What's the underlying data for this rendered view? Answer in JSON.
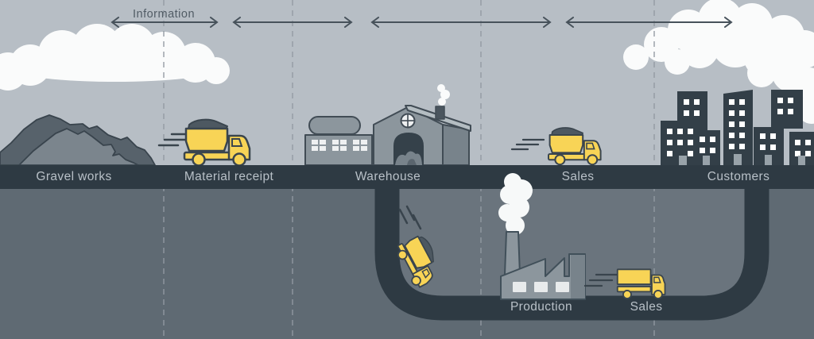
{
  "scene": {
    "information_label": "Information",
    "stations": [
      {
        "id": "gravel-works",
        "label": "Gravel works"
      },
      {
        "id": "material-receipt",
        "label": "Material receipt"
      },
      {
        "id": "warehouse",
        "label": "Warehouse"
      },
      {
        "id": "sales",
        "label": "Sales"
      },
      {
        "id": "customers",
        "label": "Customers"
      }
    ],
    "underground": [
      {
        "id": "production",
        "label": "Production"
      },
      {
        "id": "sales-underground",
        "label": "Sales"
      }
    ],
    "icons": [
      "cloud-icon",
      "info-arrow-icon",
      "gravel-pile-icon",
      "dump-truck-icon",
      "warehouse-icon",
      "storage-tank-icon",
      "city-skyline-icon",
      "factory-icon",
      "smoke-icon",
      "box-truck-icon",
      "falling-truck-icon",
      "underground-pipe-icon"
    ],
    "colors": {
      "sky": "#b7bec5",
      "ground_dark": "#2e3a43",
      "underground": "#5f6a73",
      "underground_inner": "#6a747d",
      "accent_yellow": "#f8d456",
      "building_gray": "#8c969d",
      "city_dark": "#333f48",
      "cloud_white": "#fafbfb",
      "label_text": "#b8c0c7",
      "line_dark": "#47525b"
    }
  }
}
